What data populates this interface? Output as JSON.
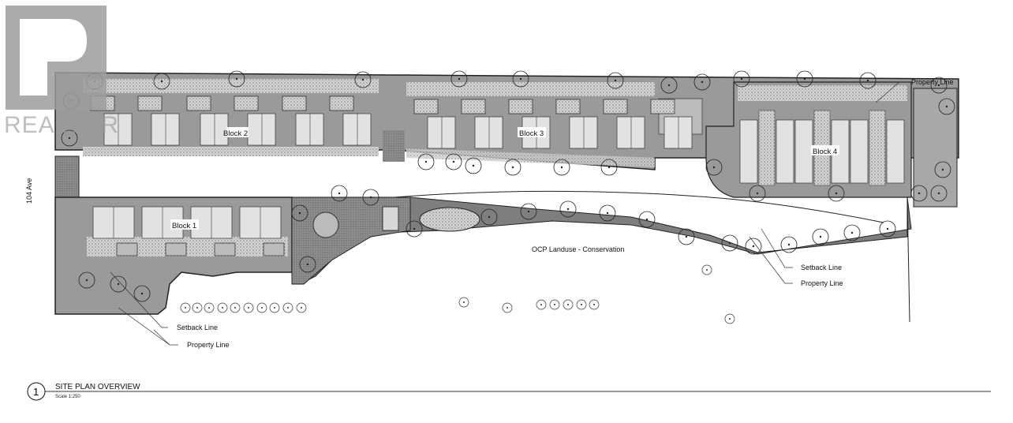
{
  "watermark": {
    "text": "REALTOR"
  },
  "labels": {
    "property_line_top": "Property Line",
    "block2": "Block 2",
    "block3": "Block 3",
    "block4": "Block 4",
    "block1": "Block 1",
    "street": "104 Ave",
    "conservation": "OCP Landuse - Conservation",
    "setback_line_right": "Setback Line",
    "property_line_right": "Property Line",
    "setback_line_left": "Setback Line",
    "property_line_left": "Property Line"
  },
  "title_block": {
    "number": "1",
    "title": "SITE PLAN OVERVIEW",
    "scale": "Scale 1:250"
  },
  "colors": {
    "hardscape": "#8c8c8c",
    "paving": "#bdbdbd",
    "unit": "#e2e2e2",
    "line": "#222222"
  }
}
